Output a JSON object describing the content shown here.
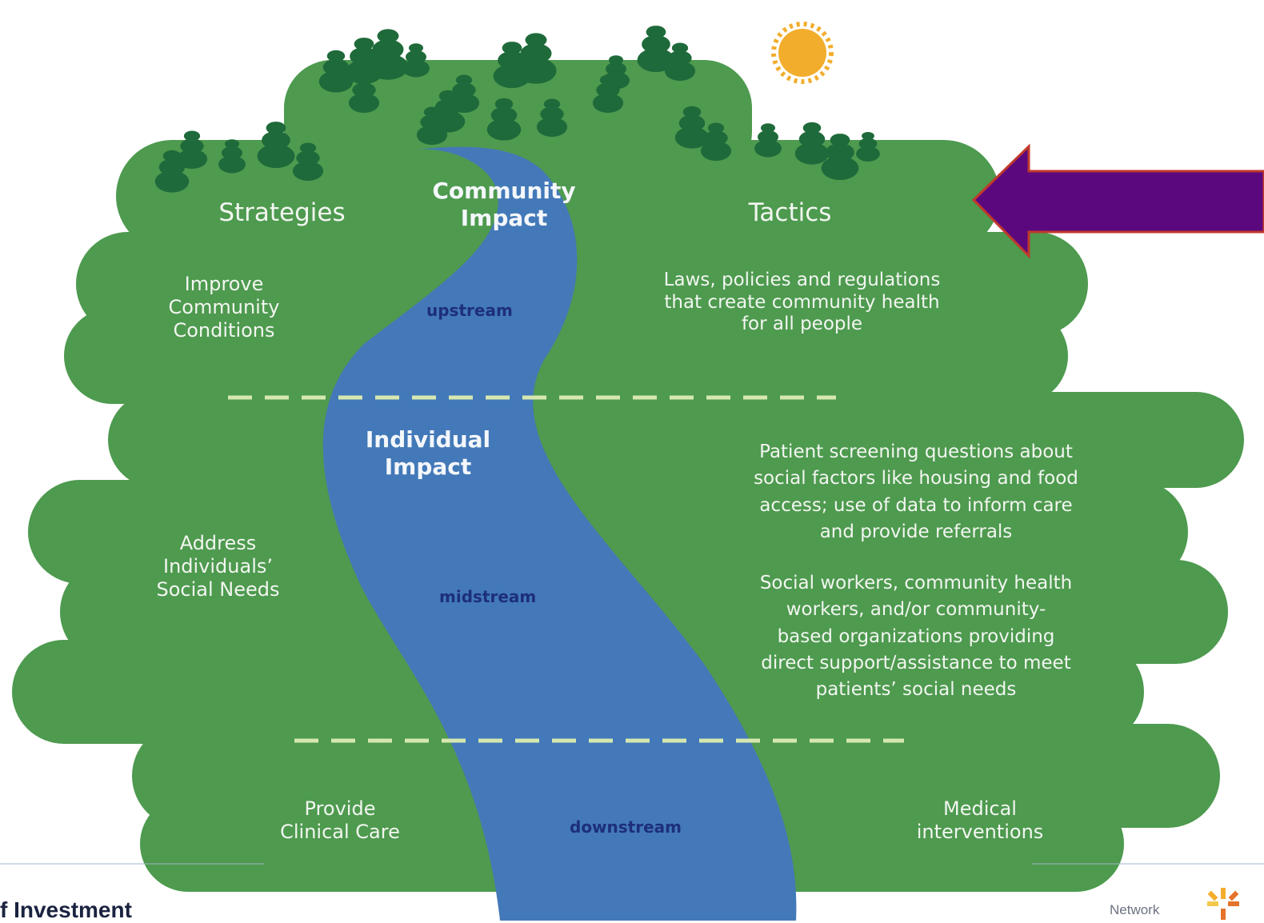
{
  "headers": {
    "strategies": "Strategies",
    "community_impact": [
      "Community",
      "Impact"
    ],
    "tactics": "Tactics"
  },
  "individual_impact": [
    "Individual",
    "Impact"
  ],
  "streams": {
    "upstream": "upstream",
    "midstream": "midstream",
    "downstream": "downstream"
  },
  "strategies": {
    "upstream": [
      "Improve",
      "Community",
      "Conditions"
    ],
    "midstream": [
      "Address",
      "Individuals’",
      "Social Needs"
    ],
    "downstream": [
      "Provide",
      "Clinical Care"
    ]
  },
  "tactics": {
    "upstream": [
      "Laws, policies and regulations",
      "that create community health",
      "for all people"
    ],
    "midstream_1": [
      "Patient screening questions about",
      "social factors like housing and food",
      "access; use of data to inform care",
      "and provide referrals"
    ],
    "midstream_2": [
      "Social workers, community health",
      "workers, and/or community-",
      "based organizations providing",
      "direct support/assistance to meet",
      "patients’ social needs"
    ],
    "downstream": [
      "Medical",
      "interventions"
    ]
  },
  "footer": {
    "left_text": "f Investment",
    "right_text": "Network"
  },
  "colors": {
    "land": "#4e9a4f",
    "river": "#4379b8",
    "trees": "#1f6a3a",
    "sun": "#f2ad2c",
    "arrow": "#5b087f",
    "arrow_outline": "#c0392b",
    "dashes": "#d6e8b0"
  },
  "icons": [
    "tree-icon",
    "sun-icon",
    "arrow-icon",
    "network-logo-icon"
  ]
}
